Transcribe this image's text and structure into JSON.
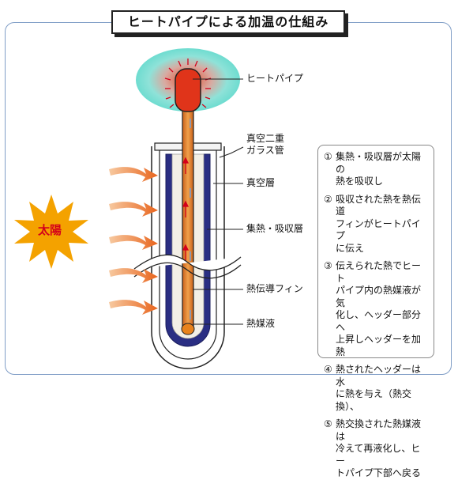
{
  "title": "ヒートパイプによる加温の仕組み",
  "sun_label": "太陽",
  "labels": {
    "heat_pipe": "ヒートパイプ",
    "vacuum_double_glass_tube": "真空二重\nガラス管",
    "vacuum_layer": "真空層",
    "absorber_layer": "集熱・吸収層",
    "heat_conduction_fin": "熱伝導フィン",
    "heat_medium": "熱媒液"
  },
  "steps": [
    {
      "num": "①",
      "text": "集熱・吸収層が太陽の\n熱を吸収し"
    },
    {
      "num": "②",
      "text": "吸収された熱を熱伝道\nフィンがヒートパイプ\nに伝え"
    },
    {
      "num": "③",
      "text": "伝えられた熱でヒート\nパイプ内の熱媒液が気\n化し、ヘッダー部分へ\n上昇しヘッダーを加熱"
    },
    {
      "num": "④",
      "text": "熱されたヘッダーは水\nに熱を与え（熱交換）、"
    },
    {
      "num": "⑤",
      "text": "熱交換された熱媒液は\n冷えて再液化し、ヒー\nトパイプ下部へ戻る"
    }
  ],
  "colors": {
    "sun": "#f4a200",
    "sun_label": "#d4001a",
    "header_glow": "#7ee0d4",
    "pipe": "#e8821c",
    "pipe_header": "#e0341a",
    "absorber": "#2a2e83",
    "arrow": "#e8641c",
    "frame": "#7f9dc6"
  }
}
